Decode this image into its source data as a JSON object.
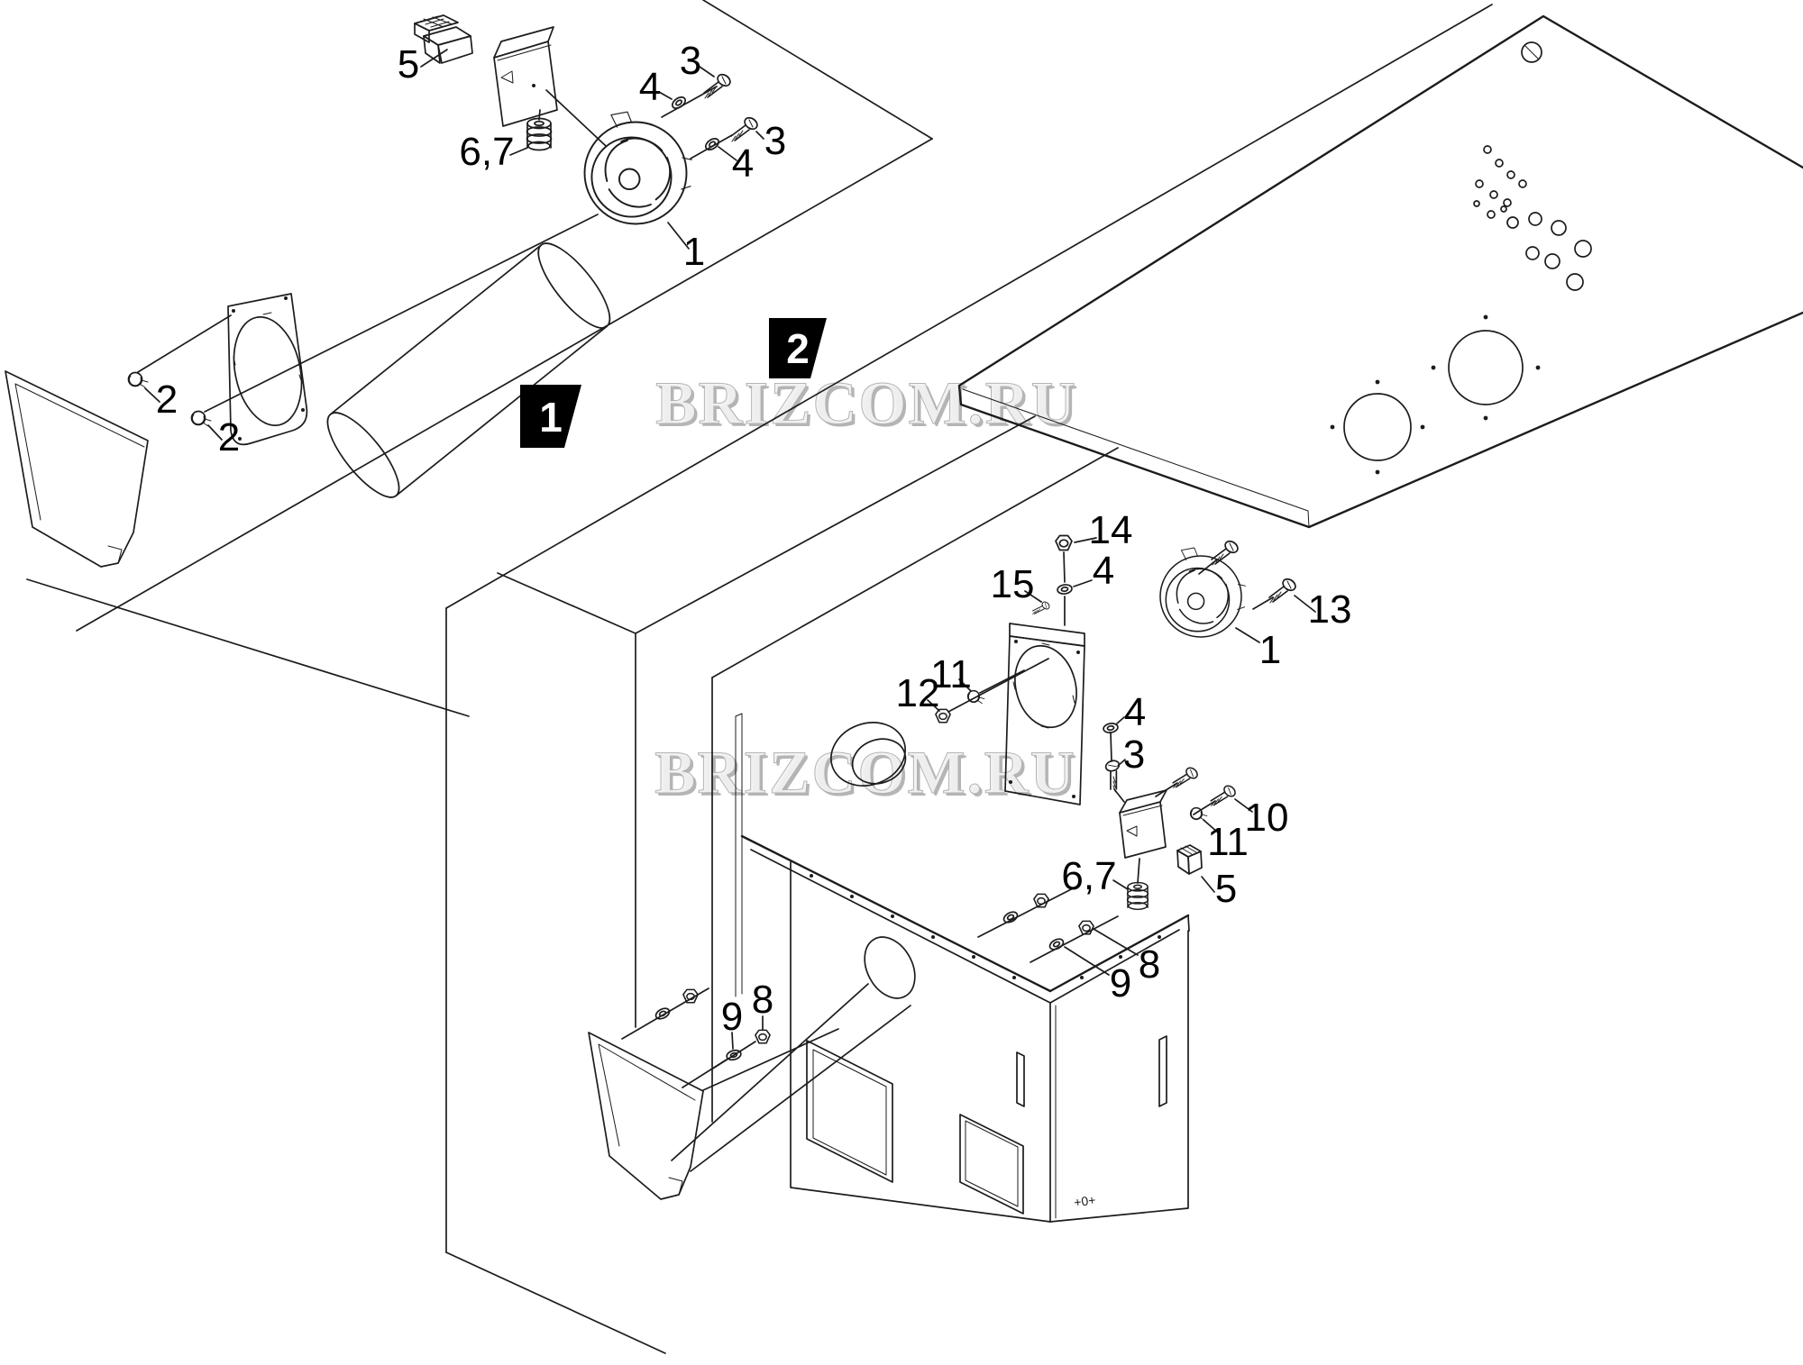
{
  "watermark": {
    "text": "BRIZCOM.RU"
  },
  "colors": {
    "marker_red": "#e60c0a",
    "marker_flag_black": "#000000",
    "diagram_line": "#1c1c1c",
    "watermark_gray": "#8f8f8f"
  },
  "markers": [
    {
      "id": "section-1",
      "number": "1"
    },
    {
      "id": "section-2",
      "number": "2"
    }
  ],
  "plate_mark": {
    "text": "+0+"
  },
  "callouts": [
    {
      "id": "s1-connector",
      "text": "5"
    },
    {
      "id": "s1-grommet",
      "text": "6,7"
    },
    {
      "id": "s1-screw-upper",
      "text": "3"
    },
    {
      "id": "s1-washer-upper",
      "text": "4"
    },
    {
      "id": "s1-screw-lower",
      "text": "3"
    },
    {
      "id": "s1-washer-lower",
      "text": "4"
    },
    {
      "id": "s1-fan",
      "text": "1"
    },
    {
      "id": "s1-clip-upper",
      "text": "2"
    },
    {
      "id": "s1-clip-lower",
      "text": "2"
    },
    {
      "id": "s2-nut-top",
      "text": "14"
    },
    {
      "id": "s2-washer-top",
      "text": "4"
    },
    {
      "id": "s2-screw-top",
      "text": "15"
    },
    {
      "id": "s2-nut-left",
      "text": "12"
    },
    {
      "id": "s2-clip-left",
      "text": "11"
    },
    {
      "id": "s2-fan",
      "text": "1"
    },
    {
      "id": "s2-screw-fan",
      "text": "13"
    },
    {
      "id": "s2-washer-mid",
      "text": "4"
    },
    {
      "id": "s2-screw-mid",
      "text": "3"
    },
    {
      "id": "s2-screw-box",
      "text": "10"
    },
    {
      "id": "s2-clip-box",
      "text": "11"
    },
    {
      "id": "s2-connector",
      "text": "5"
    },
    {
      "id": "s2-grommet",
      "text": "6,7"
    },
    {
      "id": "s2-nut-rim-right",
      "text": "8"
    },
    {
      "id": "s2-washer-rim-right",
      "text": "9"
    },
    {
      "id": "s2-washer-rim-left",
      "text": "9"
    },
    {
      "id": "s2-nut-rim-left",
      "text": "8"
    }
  ]
}
